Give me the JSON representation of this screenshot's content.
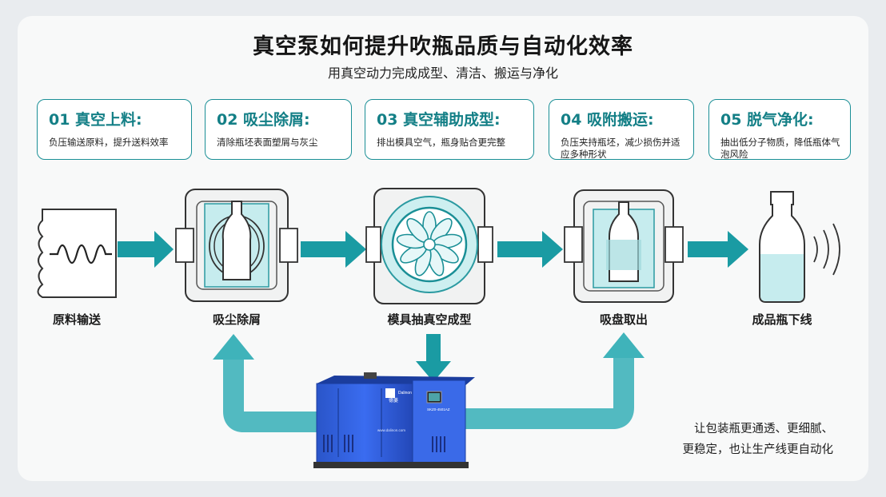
{
  "title": "真空泵如何提升吹瓶品质与自动化效率",
  "subtitle": "用真空动力完成成型、清洁、搬运与净化",
  "steps": [
    {
      "head": "01 真空上料:",
      "desc": "负压输送原料，提升送料效率"
    },
    {
      "head": "02 吸尘除屑:",
      "desc": "清除瓶坯表面塑屑与灰尘"
    },
    {
      "head": "03 真空辅助成型:",
      "desc": "排出模具空气，瓶身贴合更完整"
    },
    {
      "head": "04 吸附搬运:",
      "desc": "负压夹持瓶坯，减少损伤并适应多种形状"
    },
    {
      "head": "05 脱气净化:",
      "desc": "抽出低分子物质，降低瓶体气泡风险"
    }
  ],
  "stages": [
    "原料输送",
    "吸尘除屑",
    "模具抽真空成型",
    "吸盘取出",
    "成品瓶下线"
  ],
  "pump": {
    "brand": "Dalinon",
    "brand_cn": "德菱",
    "model": "SKZ0-4501AZ",
    "url": "www.dalinon.com"
  },
  "note_lines": [
    "让包装瓶更通透、更细腻、",
    "更稳定，也让生产线更自动化"
  ],
  "colors": {
    "teal": "#1a9ba3",
    "teal_dark": "#137f86",
    "pump_blue": "#2f5fd8",
    "light_fill": "#cdeff0"
  }
}
